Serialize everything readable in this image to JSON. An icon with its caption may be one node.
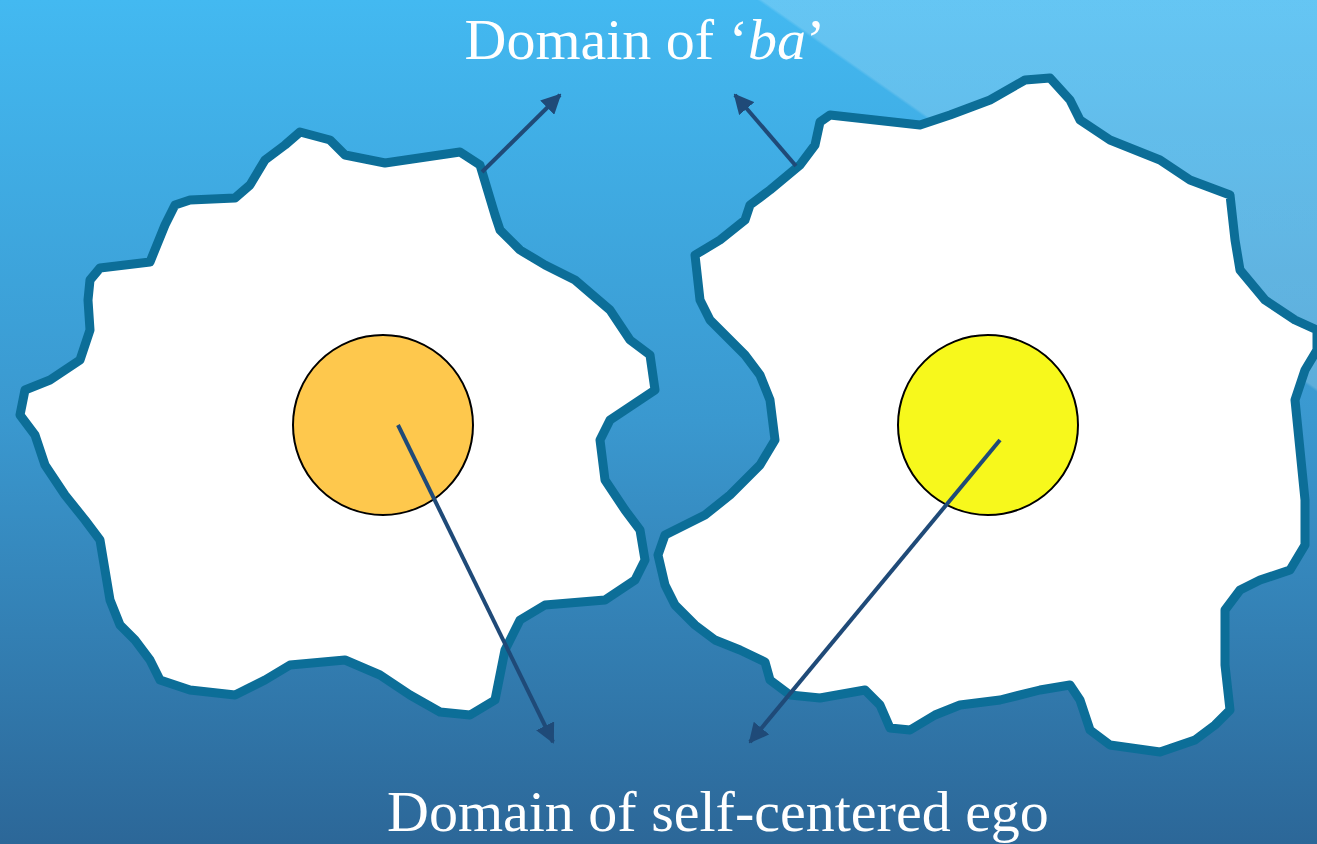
{
  "diagram": {
    "nodes": [
      {
        "text": [
          "Domain of ‘*ba*’"
        ]
      },
      {
        "text": [],
        "shape": "cloud"
      },
      {
        "text": [],
        "shape": "circle",
        "in": 1
      },
      {
        "text": [],
        "shape": "cloud"
      },
      {
        "text": [],
        "shape": "circle",
        "in": 3
      },
      {
        "text": [
          "Domain of self-centered ego"
        ]
      }
    ],
    "edges": [
      {
        "from": 1,
        "to": 0,
        "arrow": "to"
      },
      {
        "from": 3,
        "to": 0,
        "arrow": "to"
      },
      {
        "from": 2,
        "to": 5,
        "arrow": "to"
      },
      {
        "from": 4,
        "to": 5,
        "arrow": "to"
      }
    ]
  }
}
